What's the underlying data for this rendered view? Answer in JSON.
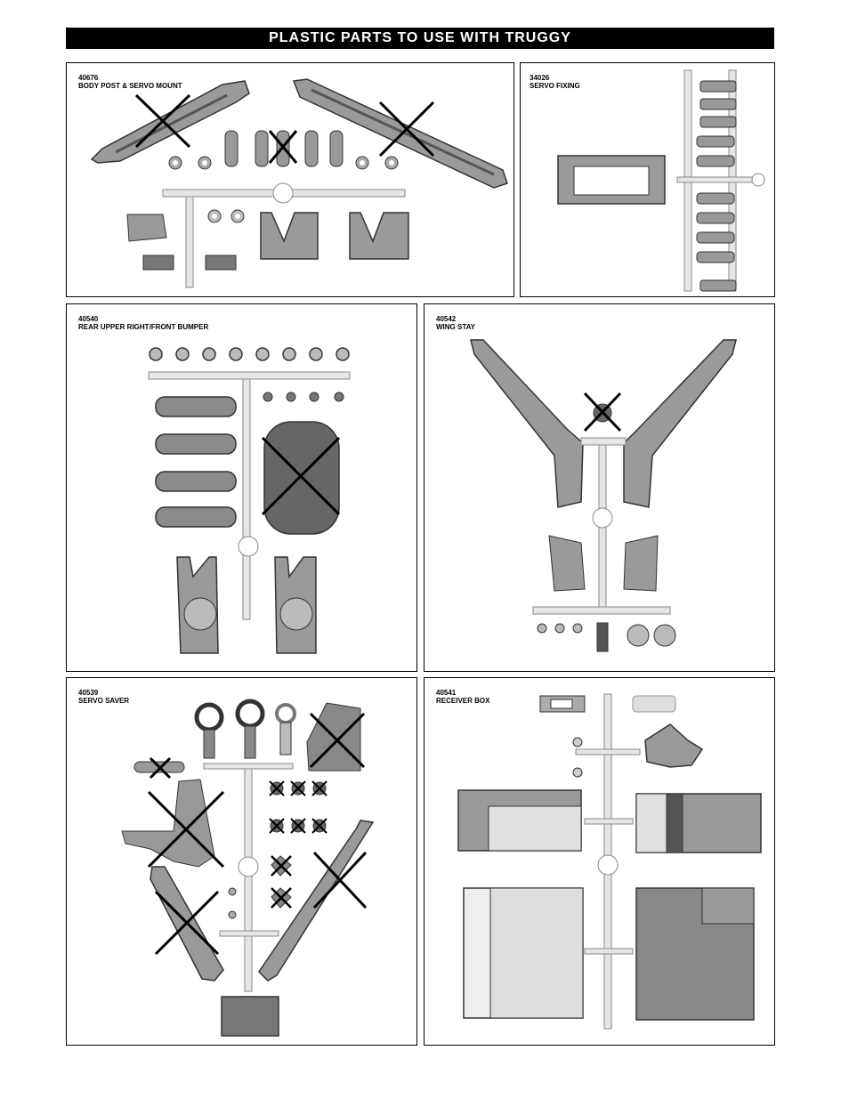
{
  "page": {
    "title": "PLASTIC PARTS TO USE WITH TRUGGY"
  },
  "panels": [
    {
      "code": "40676",
      "name": "BODY POST & SERVO MOUNT"
    },
    {
      "code": "34026",
      "name": "SERVO FIXING"
    },
    {
      "code": "40540",
      "name": "REAR UPPER RIGHT/FRONT BUMPER"
    },
    {
      "code": "40542",
      "name": "WING STAY"
    },
    {
      "code": "40539",
      "name": "SERVO SAVER"
    },
    {
      "code": "40541",
      "name": "RECEIVER BOX"
    }
  ],
  "colors": {
    "part_fill": "#9a9a9a",
    "part_dark": "#555555",
    "runner": "#e6e6e6",
    "cross": "#000000"
  }
}
